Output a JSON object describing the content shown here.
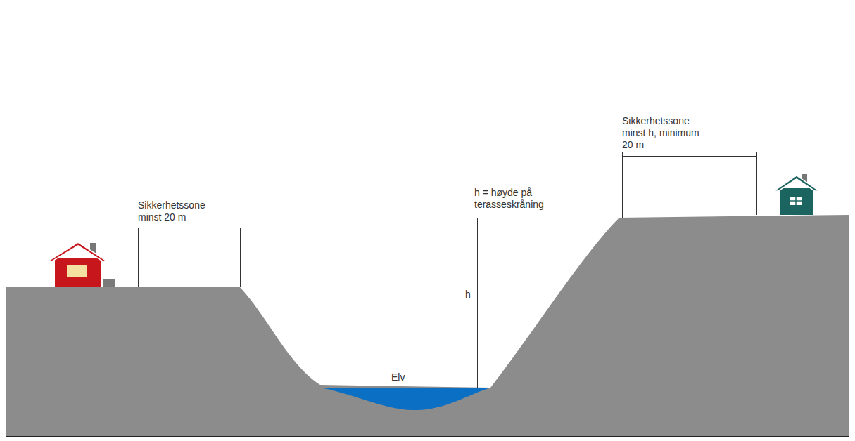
{
  "diagram": {
    "labels": [
      "Sikkerhetssone minst 20 m",
      "Sikkerhetssone minst h, minimum 20 m",
      "h = høyde på terasseskråning",
      "h",
      "Elv"
    ]
  }
}
